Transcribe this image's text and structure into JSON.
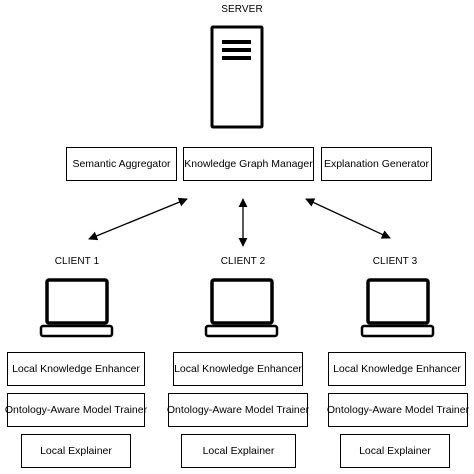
{
  "server": {
    "title": "SERVER",
    "modules": [
      {
        "label": "Semantic Aggregator"
      },
      {
        "label": "Knowledge Graph Manager"
      },
      {
        "label": "Explanation Generator"
      }
    ]
  },
  "clients": [
    {
      "title": "CLIENT 1",
      "modules": [
        {
          "label": "Local Knowledge Enhancer"
        },
        {
          "label": "Ontology-Aware Model Trainer"
        },
        {
          "label": "Local Explainer"
        }
      ]
    },
    {
      "title": "CLIENT 2",
      "modules": [
        {
          "label": "Local Knowledge Enhancer"
        },
        {
          "label": "Ontology-Aware Model Trainer"
        },
        {
          "label": "Local Explainer"
        }
      ]
    },
    {
      "title": "CLIENT 3",
      "modules": [
        {
          "label": "Local Knowledge Enhancer"
        },
        {
          "label": "Ontology-Aware Model Trainer"
        },
        {
          "label": "Local Explainer"
        }
      ]
    }
  ],
  "colors": {
    "stroke": "#000000",
    "fill": "#ffffff"
  },
  "icons": {
    "server": "server-icon",
    "client": "monitor-icon"
  }
}
